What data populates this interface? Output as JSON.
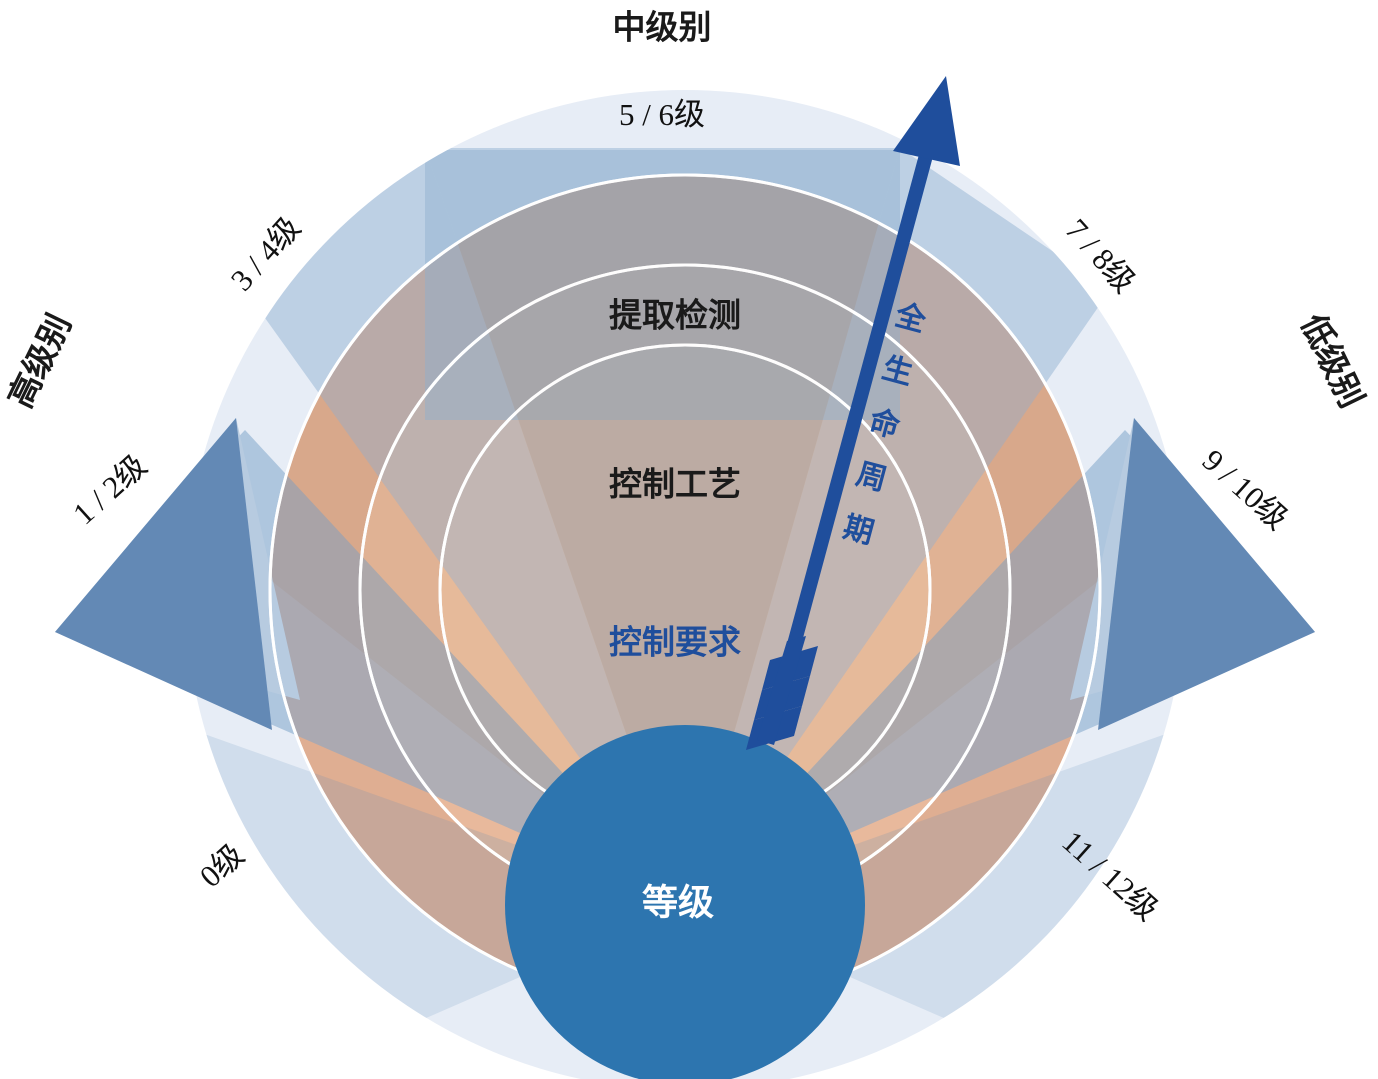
{
  "figure": {
    "type": "concentric-radial-diagram",
    "background": "#ffffff"
  },
  "axis_labels": {
    "top": "中级别",
    "left": "高级别",
    "right": "低级别"
  },
  "level_labels": [
    {
      "id": "level-5-6",
      "text": "5 / 6级",
      "angle_deg": 0
    },
    {
      "id": "level-3-4",
      "text": "3 / 4级",
      "angle_deg": -38
    },
    {
      "id": "level-1-2",
      "text": "1 / 2级",
      "angle_deg": -62
    },
    {
      "id": "level-0",
      "text": "0级",
      "angle_deg": -47
    },
    {
      "id": "level-7-8",
      "text": "7 / 8级",
      "angle_deg": 38
    },
    {
      "id": "level-9-10",
      "text": "9 / 10级",
      "angle_deg": 62
    },
    {
      "id": "level-11-12",
      "text": "11 / 12级",
      "angle_deg": 47
    }
  ],
  "bands": [
    {
      "id": "band-outer",
      "label": "提取检测",
      "color": "#D9A98D"
    },
    {
      "id": "band-middle",
      "label": "控制工艺",
      "color": "#E3B093"
    },
    {
      "id": "band-inner",
      "label": "控制要求",
      "color": "#EDBC9D"
    }
  ],
  "core": {
    "label": "等级",
    "color": "#2D75AF",
    "text_color": "#ffffff"
  },
  "arrow": {
    "label": "全生命周期",
    "label_chars": [
      "全",
      "生",
      "命",
      "周",
      "期"
    ],
    "color": "#1F4E9C",
    "direction": "upward"
  },
  "colors": {
    "outer_ring": "#E7EDF6",
    "mid_ring": "#DCE6F2",
    "wedge_light": "#B7CBE0",
    "wedge_dark": "#6389B5",
    "orange_dark": "#CE9D81",
    "orange_mid": "#DFAE92",
    "orange_light": "#EFC2A3",
    "core_blue": "#2D75AF",
    "arrow_blue": "#1F4E9C",
    "text_dark": "#1a1a1a"
  }
}
